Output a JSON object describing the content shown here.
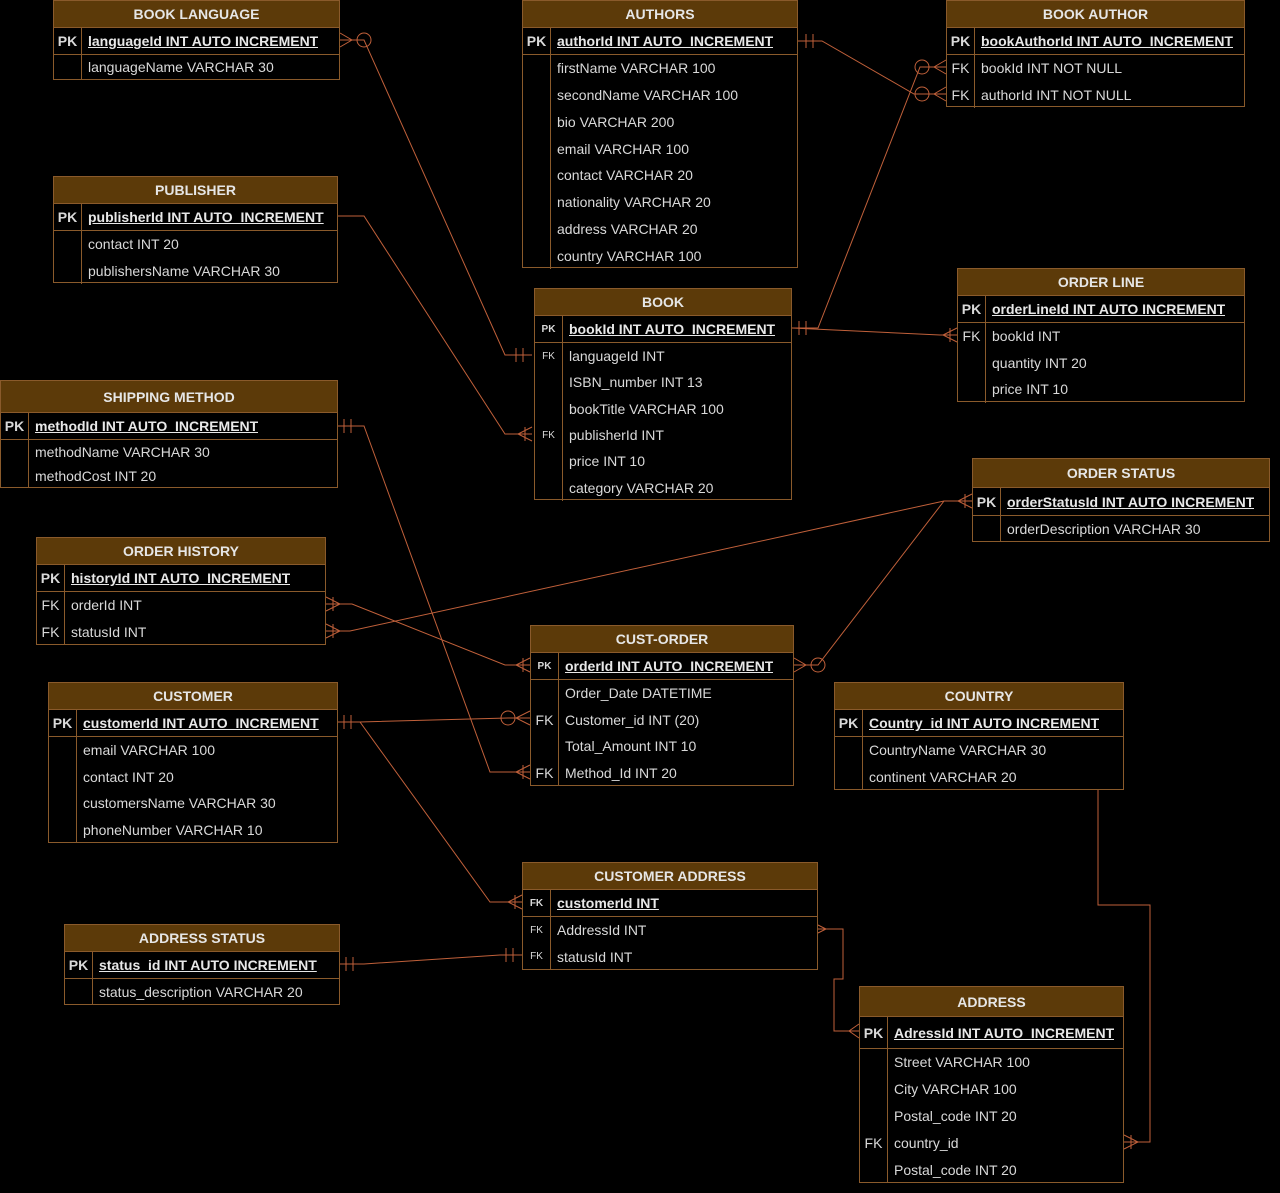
{
  "tables": {
    "book_language": {
      "title": "BOOK LANGUAGE",
      "rows": [
        {
          "key": "PK",
          "name": "languageId INT  AUTO INCREMENT"
        },
        {
          "key": "",
          "name": "languageName VARCHAR 30"
        }
      ]
    },
    "authors": {
      "title": "AUTHORS",
      "rows": [
        {
          "key": "PK",
          "name": "authorId INT AUTO_INCREMENT"
        },
        {
          "key": "",
          "name": "firstName VARCHAR 100"
        },
        {
          "key": "",
          "name": "secondName VARCHAR 100"
        },
        {
          "key": "",
          "name": "bio VARCHAR 200"
        },
        {
          "key": "",
          "name": "email VARCHAR 100"
        },
        {
          "key": "",
          "name": "contact VARCHAR 20"
        },
        {
          "key": "",
          "name": "nationality VARCHAR 20"
        },
        {
          "key": "",
          "name": "address VARCHAR 20"
        },
        {
          "key": "",
          "name": "country VARCHAR 100"
        }
      ]
    },
    "book_author": {
      "title": "BOOK AUTHOR",
      "rows": [
        {
          "key": "PK",
          "name": "bookAuthorId INT AUTO_INCREMENT"
        },
        {
          "key": "FK",
          "name": "bookId INT NOT NULL"
        },
        {
          "key": "FK",
          "name": "authorId INT NOT NULL"
        }
      ]
    },
    "publisher": {
      "title": "PUBLISHER",
      "rows": [
        {
          "key": "PK",
          "name": "publisherId INT AUTO_INCREMENT"
        },
        {
          "key": "",
          "name": "contact INT 20"
        },
        {
          "key": "",
          "name": "publishersName VARCHAR 30"
        }
      ]
    },
    "book": {
      "title": "BOOK",
      "rows": [
        {
          "key": "PK",
          "name": "bookId INT AUTO_INCREMENT"
        },
        {
          "key": "FK",
          "name": "languageId INT"
        },
        {
          "key": "",
          "name": "ISBN_number INT 13"
        },
        {
          "key": "",
          "name": "bookTitle VARCHAR 100"
        },
        {
          "key": "FK",
          "name": "publisherId INT"
        },
        {
          "key": "",
          "name": "price INT 10"
        },
        {
          "key": "",
          "name": "category VARCHAR 20"
        }
      ]
    },
    "order_line": {
      "title": "ORDER LINE",
      "rows": [
        {
          "key": "PK",
          "name": "orderLineId  INT  AUTO INCREMENT"
        },
        {
          "key": "FK",
          "name": "bookId INT"
        },
        {
          "key": "",
          "name": "quantity INT 20"
        },
        {
          "key": "",
          "name": "price INT 10"
        }
      ]
    },
    "shipping_method": {
      "title": "SHIPPING METHOD",
      "rows": [
        {
          "key": "PK",
          "name": "methodId INT AUTO_INCREMENT"
        },
        {
          "key": "",
          "name": "methodName VARCHAR 30"
        },
        {
          "key": "",
          "name": "methodCost INT 20"
        }
      ]
    },
    "order_status": {
      "title": "ORDER STATUS",
      "rows": [
        {
          "key": "PK",
          "name": "orderStatusId  INT  AUTO INCREMENT"
        },
        {
          "key": "",
          "name": "orderDescription VARCHAR 30"
        }
      ]
    },
    "order_history": {
      "title": "ORDER HISTORY",
      "rows": [
        {
          "key": "PK",
          "name": "historyId INT AUTO_INCREMENT"
        },
        {
          "key": "FK",
          "name": "orderId INT"
        },
        {
          "key": "FK",
          "name": "statusId INT"
        }
      ]
    },
    "cust_order": {
      "title": "CUST-ORDER",
      "rows": [
        {
          "key": "PK",
          "name": "orderId INT AUTO_INCREMENT"
        },
        {
          "key": "",
          "name": "Order_Date DATETIME"
        },
        {
          "key": "FK",
          "name": "Customer_id INT (20)"
        },
        {
          "key": "",
          "name": "Total_Amount INT 10"
        },
        {
          "key": "FK",
          "name": "Method_Id INT 20"
        }
      ]
    },
    "customer": {
      "title": "CUSTOMER",
      "rows": [
        {
          "key": "PK",
          "name": "customerId INT AUTO_INCREMENT"
        },
        {
          "key": "",
          "name": "email VARCHAR 100"
        },
        {
          "key": "",
          "name": "contact INT 20"
        },
        {
          "key": "",
          "name": "customersName VARCHAR 30"
        },
        {
          "key": "",
          "name": "phoneNumber VARCHAR 10"
        }
      ]
    },
    "country": {
      "title": "COUNTRY",
      "rows": [
        {
          "key": "PK",
          "name": "Country_id INT  AUTO INCREMENT"
        },
        {
          "key": "",
          "name": "CountryName VARCHAR 30"
        },
        {
          "key": "",
          "name": "continent VARCHAR 20"
        }
      ]
    },
    "customer_address": {
      "title": "CUSTOMER ADDRESS",
      "rows": [
        {
          "key": "FK",
          "name": "customerId INT "
        },
        {
          "key": "FK",
          "name": "AddressId INT"
        },
        {
          "key": "FK",
          "name": "statusId INT"
        }
      ]
    },
    "address_status": {
      "title": "ADDRESS STATUS",
      "rows": [
        {
          "key": "PK",
          "name": "status_id INT  AUTO INCREMENT"
        },
        {
          "key": "",
          "name": "status_description VARCHAR 20"
        }
      ]
    },
    "address": {
      "title": "ADDRESS",
      "rows": [
        {
          "key": "PK",
          "name": "AdressId INT AUTO_INCREMENT"
        },
        {
          "key": "",
          "name": "Street VARCHAR 100"
        },
        {
          "key": "",
          "name": "City VARCHAR 100"
        },
        {
          "key": "",
          "name": "Postal_code INT 20"
        },
        {
          "key": "FK",
          "name": "country_id"
        },
        {
          "key": "",
          "name": "Postal_code INT 20"
        }
      ]
    }
  },
  "colors": {
    "header_fill": "#5c3a09",
    "border": "#8a5a2b",
    "link_line": "#c0603a",
    "background": "#000000"
  }
}
